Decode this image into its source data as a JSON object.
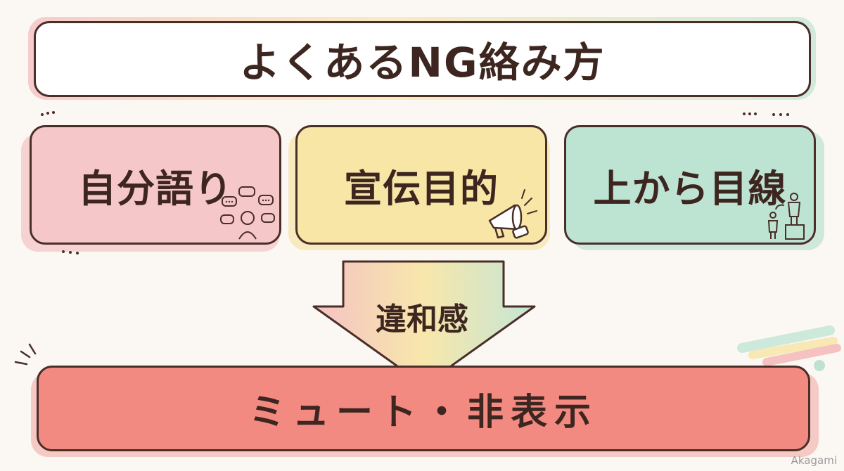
{
  "title": "よくあるNG絡み方",
  "cards": [
    {
      "label": "自分語り",
      "icon": "speech-bubbles-person-icon"
    },
    {
      "label": "宣伝目的",
      "icon": "megaphone-icon"
    },
    {
      "label": "上から目線",
      "icon": "looking-down-people-icon"
    }
  ],
  "arrow": {
    "label": "違和感",
    "icon": "down-arrow-icon"
  },
  "result": {
    "label": "ミュート・非表示"
  },
  "watermark": "Akagami",
  "colors": {
    "card_1": "#f6c7c8",
    "card_2": "#f8e6a6",
    "card_3": "#bde4d3",
    "result": "#f28a82",
    "outline": "#4a2e28"
  }
}
